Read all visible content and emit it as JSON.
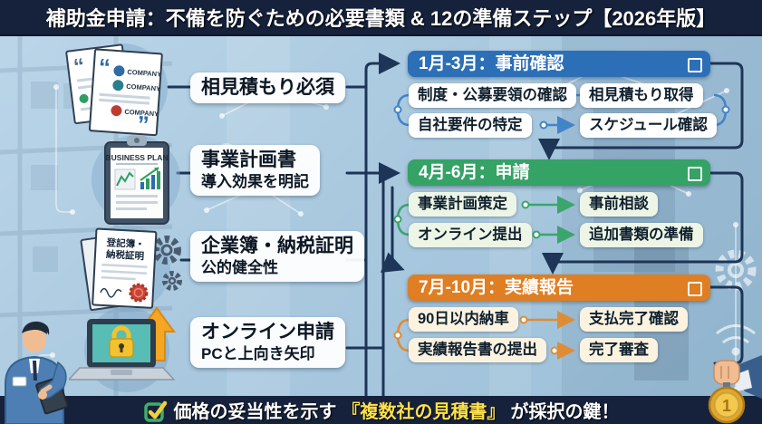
{
  "title": "補助金申請：不備を防ぐための必要書類 & 12の準備ステップ【2026年版】",
  "left_labels": [
    {
      "title": "相見積もり必須",
      "subtitle": ""
    },
    {
      "title": "事業計画書",
      "subtitle": "導入効果を明記"
    },
    {
      "title": "企業簿・納税証明",
      "subtitle": "公的健全性"
    },
    {
      "title": "オンライン申請",
      "subtitle": "PCと上向き矢印"
    }
  ],
  "illustrations": {
    "company_label": "COMPANY",
    "business_plan_label": "BUSINESS PLAN",
    "registry_line1": "登記簿・",
    "registry_line2": "納税証明"
  },
  "timeline": {
    "sections": [
      {
        "header": "1月-3月：事前確認",
        "accent": "#2c6fb7",
        "item_bg": "#ffffff",
        "items": [
          "制度・公募要領の確認",
          "相見積もり取得",
          "自社要件の特定",
          "スケジュール確認"
        ]
      },
      {
        "header": "4月-6月：申請",
        "accent": "#35a266",
        "item_bg": "#edf6e6",
        "items": [
          "事業計画策定",
          "事前相談",
          "オンライン提出",
          "追加書類の準備"
        ]
      },
      {
        "header": "7月-10月：実績報告",
        "accent": "#df7e22",
        "item_bg": "#fbf3e0",
        "items": [
          "90日以内納車",
          "支払完了確認",
          "実績報告書の提出",
          "完了審査"
        ]
      }
    ]
  },
  "footer": {
    "text_before": "価格の妥当性を示す",
    "text_highlight": "『複数社の見積書』",
    "text_after": "が採択の鍵！",
    "highlight_color": "#ffe24d",
    "medal_number": "1"
  },
  "colors": {
    "background": "#b7d2e6",
    "bar": "#16223c",
    "connector": "#1d3557",
    "section1": "#2c6fb7",
    "section2": "#35a266",
    "section3": "#df7e22"
  }
}
